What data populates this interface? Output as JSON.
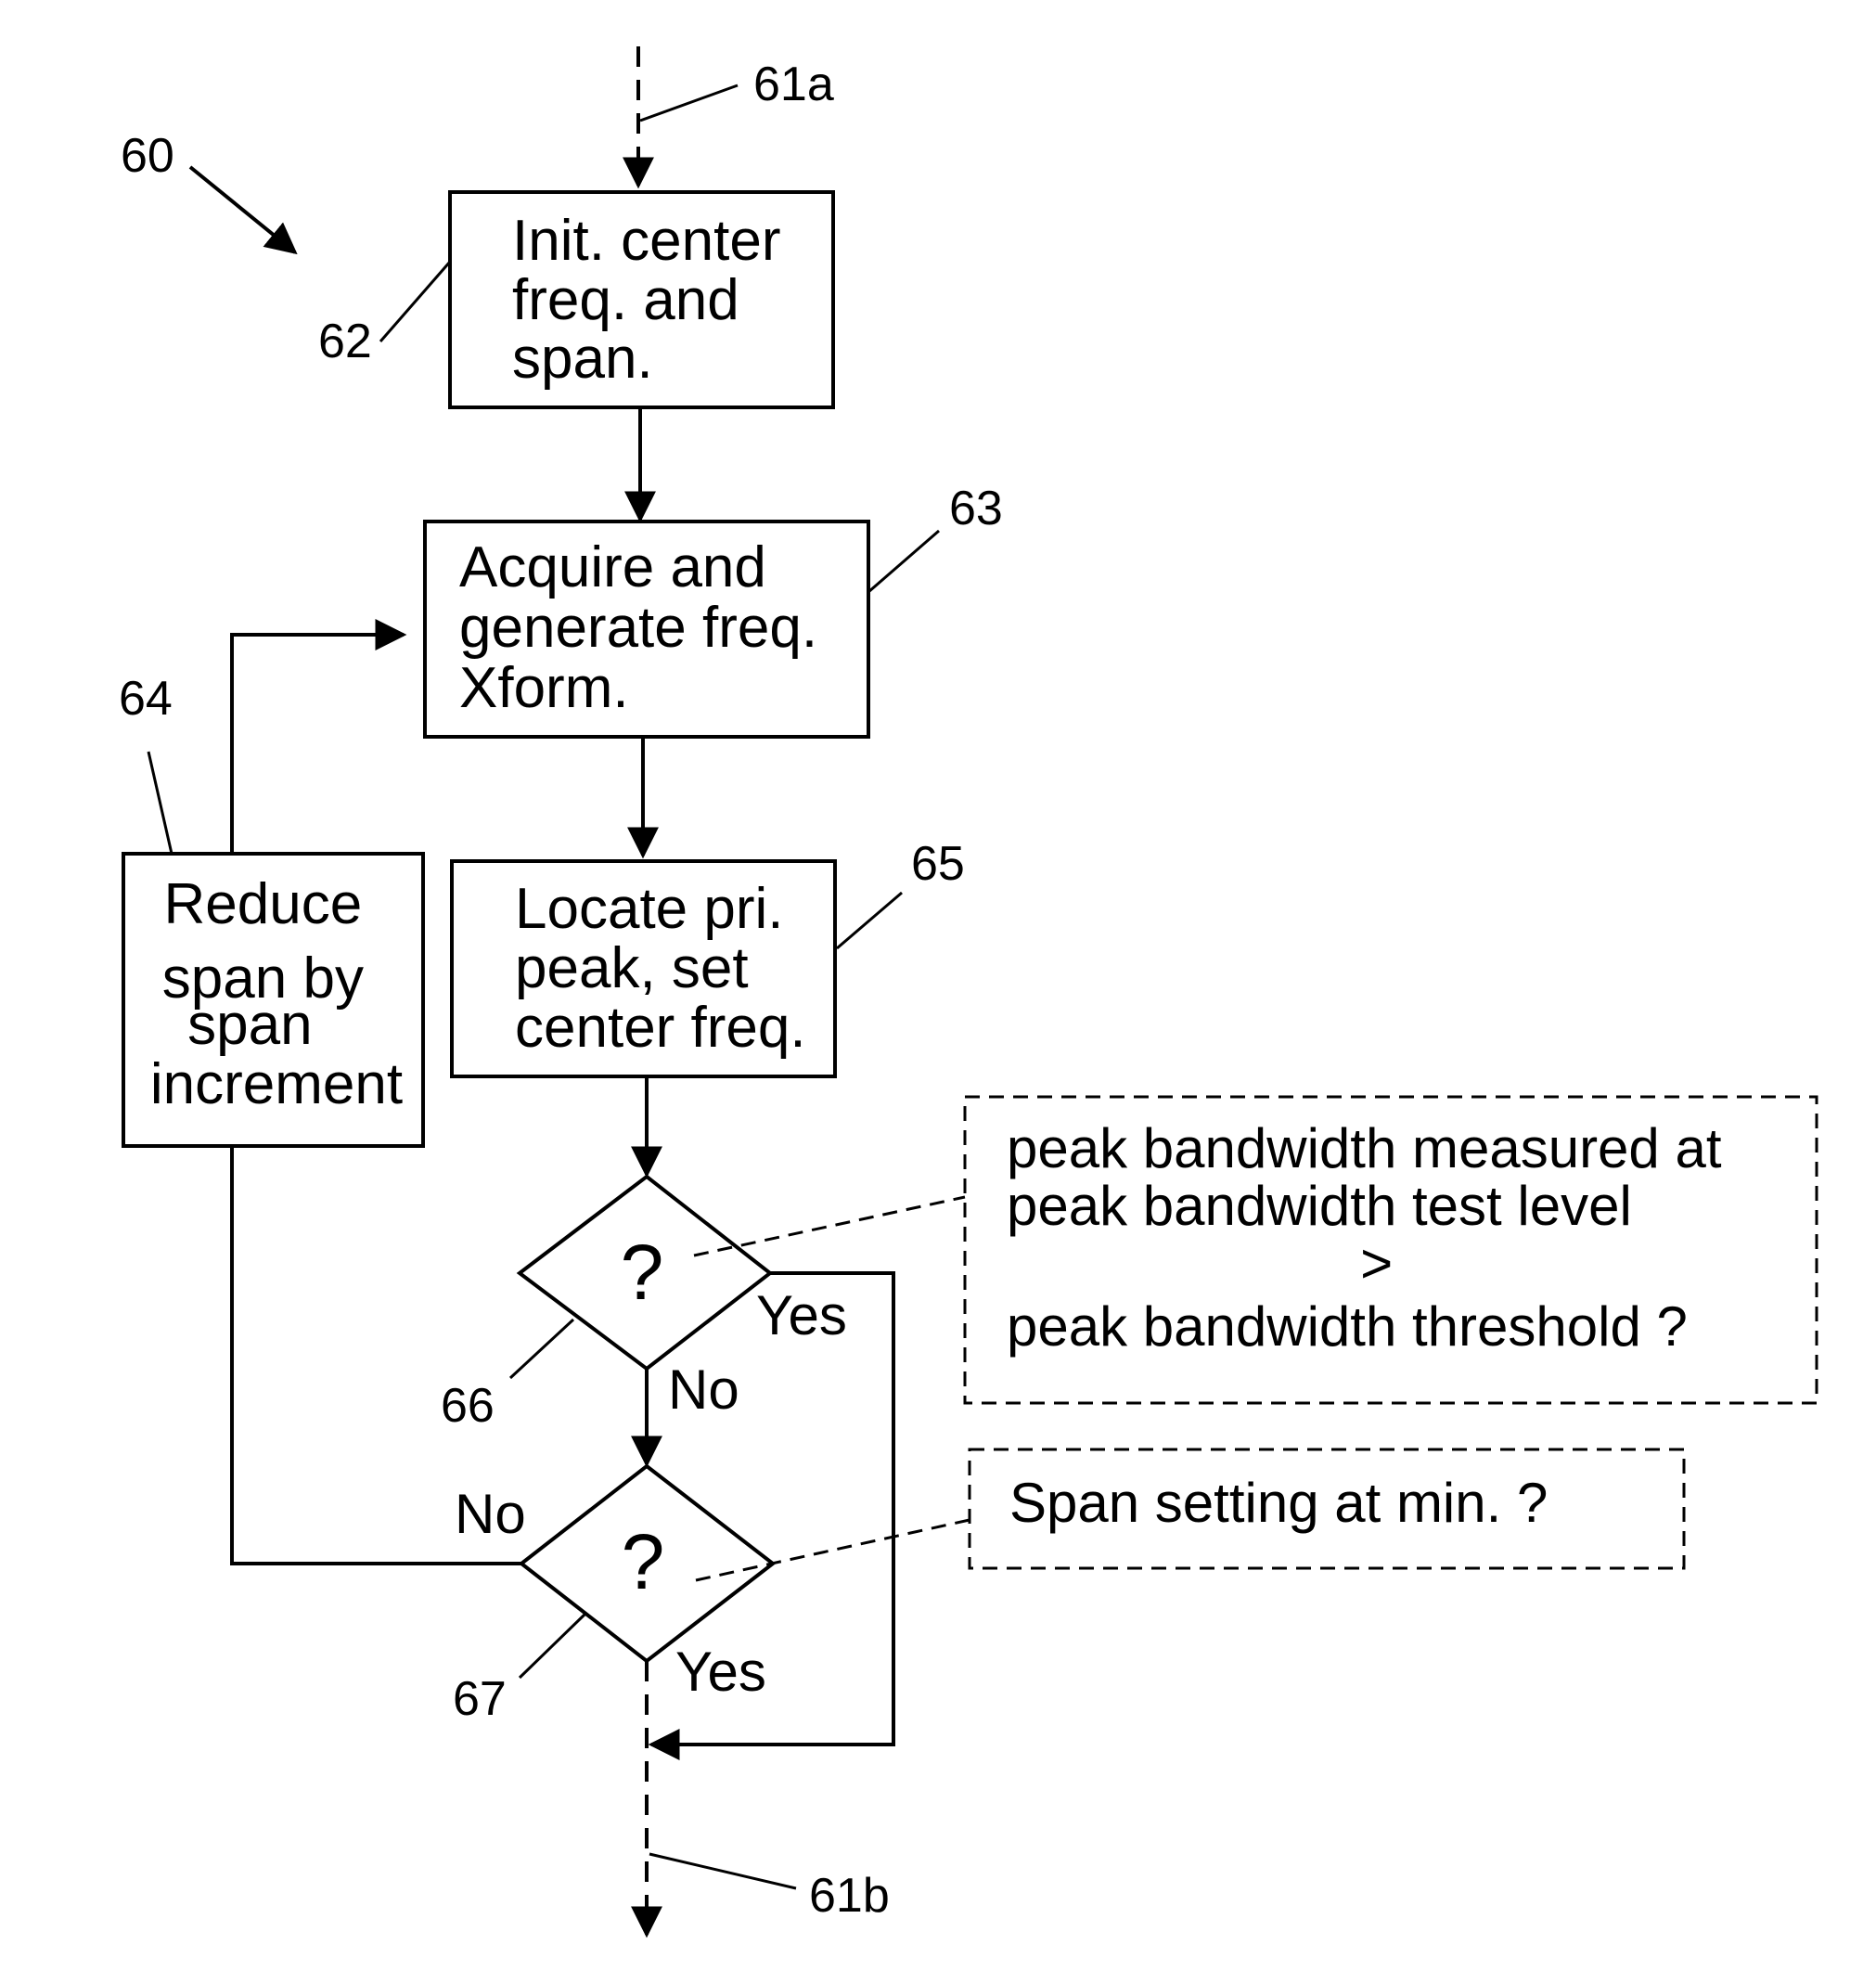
{
  "figure_label": "60",
  "refs": {
    "entry": "61a",
    "exit": "61b",
    "init_box": "62",
    "acquire_box": "63",
    "reduce_box": "64",
    "locate_box": "65",
    "decision_bandwidth": "66",
    "decision_span": "67"
  },
  "boxes": {
    "init": [
      "Init. center",
      "freq. and",
      "span."
    ],
    "acquire": [
      "Acquire and",
      "generate freq.",
      "Xform."
    ],
    "reduce": [
      "Reduce",
      "span by",
      "span",
      "increment"
    ],
    "locate": [
      "Locate pri.",
      "peak, set",
      "center freq."
    ]
  },
  "decisions": {
    "bandwidth": {
      "symbol": "?",
      "yes": "Yes",
      "no": "No",
      "note": [
        "peak bandwidth measured at",
        "peak bandwidth test level",
        ">",
        "peak bandwidth threshold ?"
      ]
    },
    "span": {
      "symbol": "?",
      "yes": "Yes",
      "no": "No",
      "note": [
        "Span setting at min. ?"
      ]
    }
  }
}
